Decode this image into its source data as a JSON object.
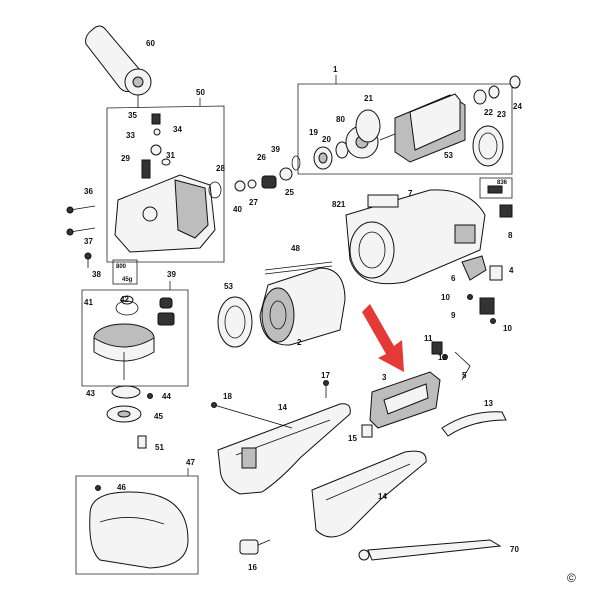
{
  "labels": {
    "p1": "1",
    "p2": "2",
    "p3": "3",
    "p4": "4",
    "p5": "5",
    "p6": "6",
    "p7": "7",
    "p8": "8",
    "p9": "9",
    "p10a": "10",
    "p10b": "10",
    "p11": "11",
    "p12": "12",
    "p13": "13",
    "p14a": "14",
    "p14b": "14",
    "p15": "15",
    "p16": "16",
    "p17": "17",
    "p18": "18",
    "p19": "19",
    "p20": "20",
    "p21": "21",
    "p22": "22",
    "p23": "23",
    "p24": "24",
    "p25": "25",
    "p26": "26",
    "p27": "27",
    "p28": "28",
    "p29": "29",
    "p31": "31",
    "p33": "33",
    "p34": "34",
    "p35": "35",
    "p36": "36",
    "p37": "37",
    "p38": "38",
    "p39a": "39",
    "p39b": "39",
    "p40": "40",
    "p41": "41",
    "p42": "42",
    "p43": "43",
    "p44": "44",
    "p45": "45",
    "p46": "46",
    "p47": "47",
    "p48": "48",
    "p50": "50",
    "p51": "51",
    "p53a": "53",
    "p53b": "53",
    "p60": "60",
    "p70": "70",
    "p80": "80",
    "p821": "821",
    "p836": "836",
    "p800": "800",
    "p45g": "45g"
  },
  "copyright": "©",
  "colors": {
    "arrow": "#e53935",
    "ink": "#111111"
  }
}
